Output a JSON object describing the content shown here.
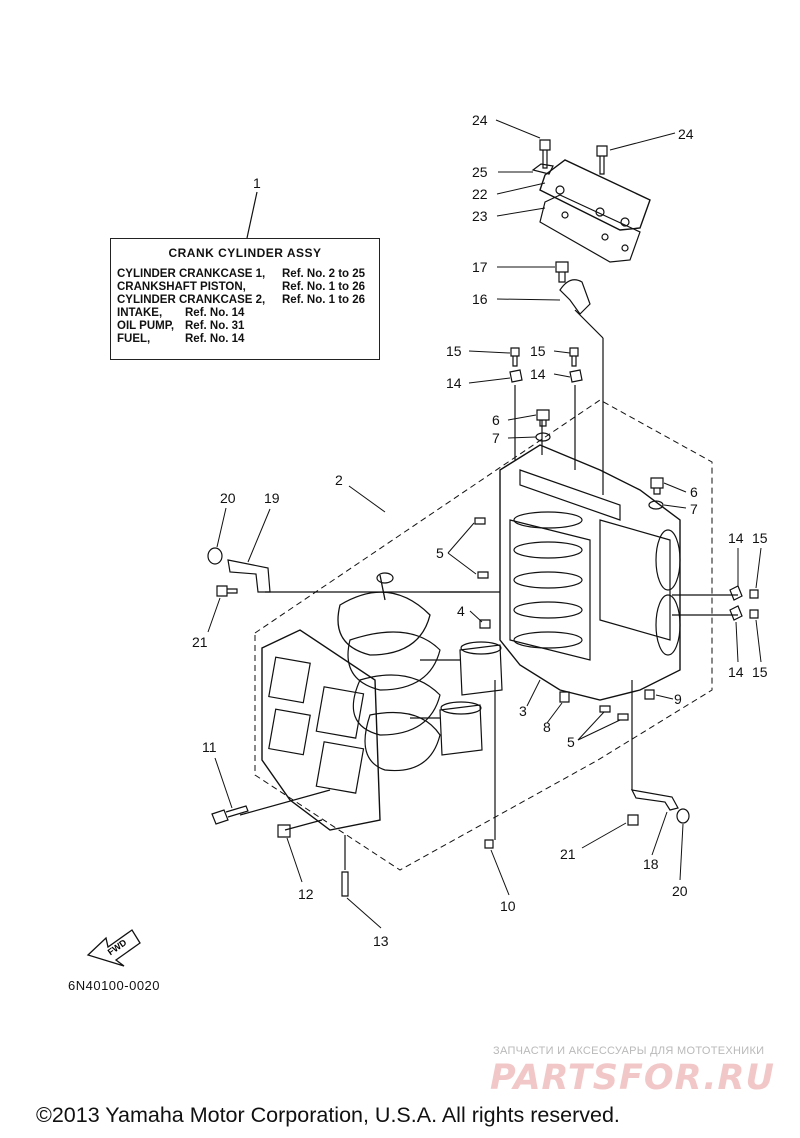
{
  "legend": {
    "ref_number": "1",
    "title": "CRANK  CYLINDER ASSY",
    "rows": [
      {
        "name": "CYLINDER CRANKCASE 1,",
        "ref": "Ref. No. 2 to 25"
      },
      {
        "name": "CRANKSHAFT PISTON,",
        "ref": "Ref. No. 1 to 26"
      },
      {
        "name": "CYLINDER CRANKCASE 2,",
        "ref": "Ref. No. 1 to 26"
      },
      {
        "name": "INTAKE,",
        "ref": "Ref. No. 14"
      },
      {
        "name": "OIL PUMP,",
        "ref": "Ref. No. 31"
      },
      {
        "name": "FUEL,",
        "ref": "Ref. No. 14"
      }
    ]
  },
  "callouts": [
    "24",
    "24",
    "25",
    "22",
    "23",
    "17",
    "16",
    "15",
    "15",
    "14",
    "14",
    "6",
    "7",
    "6",
    "7",
    "2",
    "20",
    "19",
    "5",
    "14",
    "15",
    "4",
    "14",
    "15",
    "21",
    "9",
    "3",
    "8",
    "5",
    "11",
    "21",
    "18",
    "12",
    "20",
    "10",
    "13"
  ],
  "fwd_label": "FWD",
  "diagram_code": "6N40100-0020",
  "watermark": {
    "top_text": "ЗАПЧАСТИ И АКСЕССУАРЫ ДЛЯ МОТОТЕХНИКИ",
    "logo": "PARTSFOR.RU"
  },
  "copyright": "©2013 Yamaha Motor Corporation, U.S.A. All rights reserved."
}
